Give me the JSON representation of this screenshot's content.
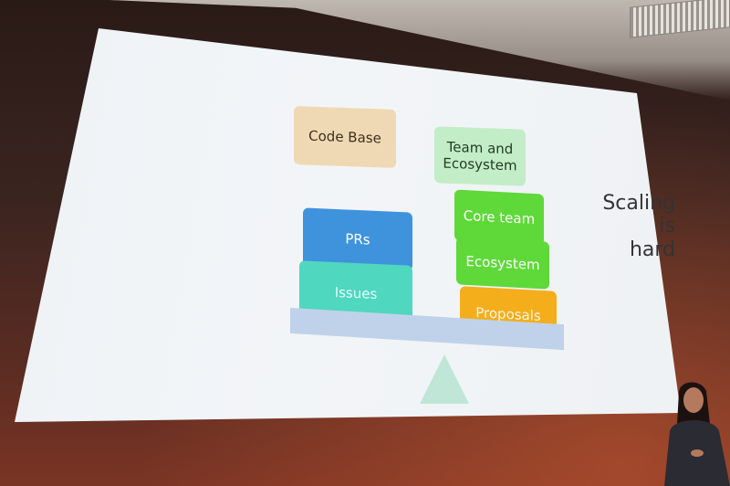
{
  "slide": {
    "top_left_box": "Code Base",
    "top_right_box": "Team and Ecosystem",
    "left_stack": [
      "PRs",
      "Issues"
    ],
    "right_stack": [
      "Core team",
      "Ecosystem",
      "Proposals"
    ],
    "side_text": [
      "Scaling",
      "is",
      "hard"
    ]
  },
  "colors": {
    "tan": "#efd9b4",
    "light_green": "#c2edc7",
    "blue": "#3f93dd",
    "teal": "#4fd7bf",
    "green": "#5fd83a",
    "orange": "#f4ae1c",
    "beam": "#bfd2ea",
    "fulcrum": "#bfe6d6"
  }
}
